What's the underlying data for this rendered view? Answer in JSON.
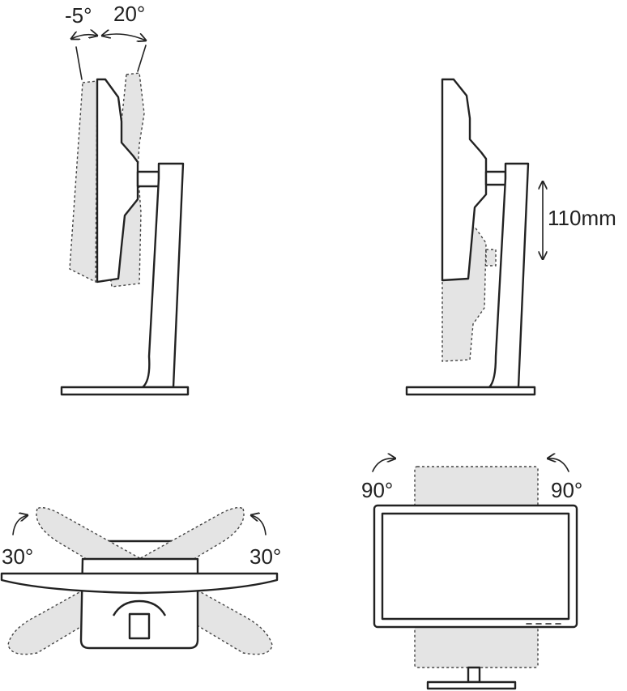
{
  "labels": {
    "tilt_back": "-5°",
    "tilt_forward": "20°",
    "height": "110mm",
    "swivel_left": "30°",
    "swivel_right": "30°",
    "pivot_left": "90°",
    "pivot_right": "90°"
  },
  "colors": {
    "line": "#222222",
    "ghost_fill": "#e4e4e4",
    "background": "#ffffff"
  }
}
